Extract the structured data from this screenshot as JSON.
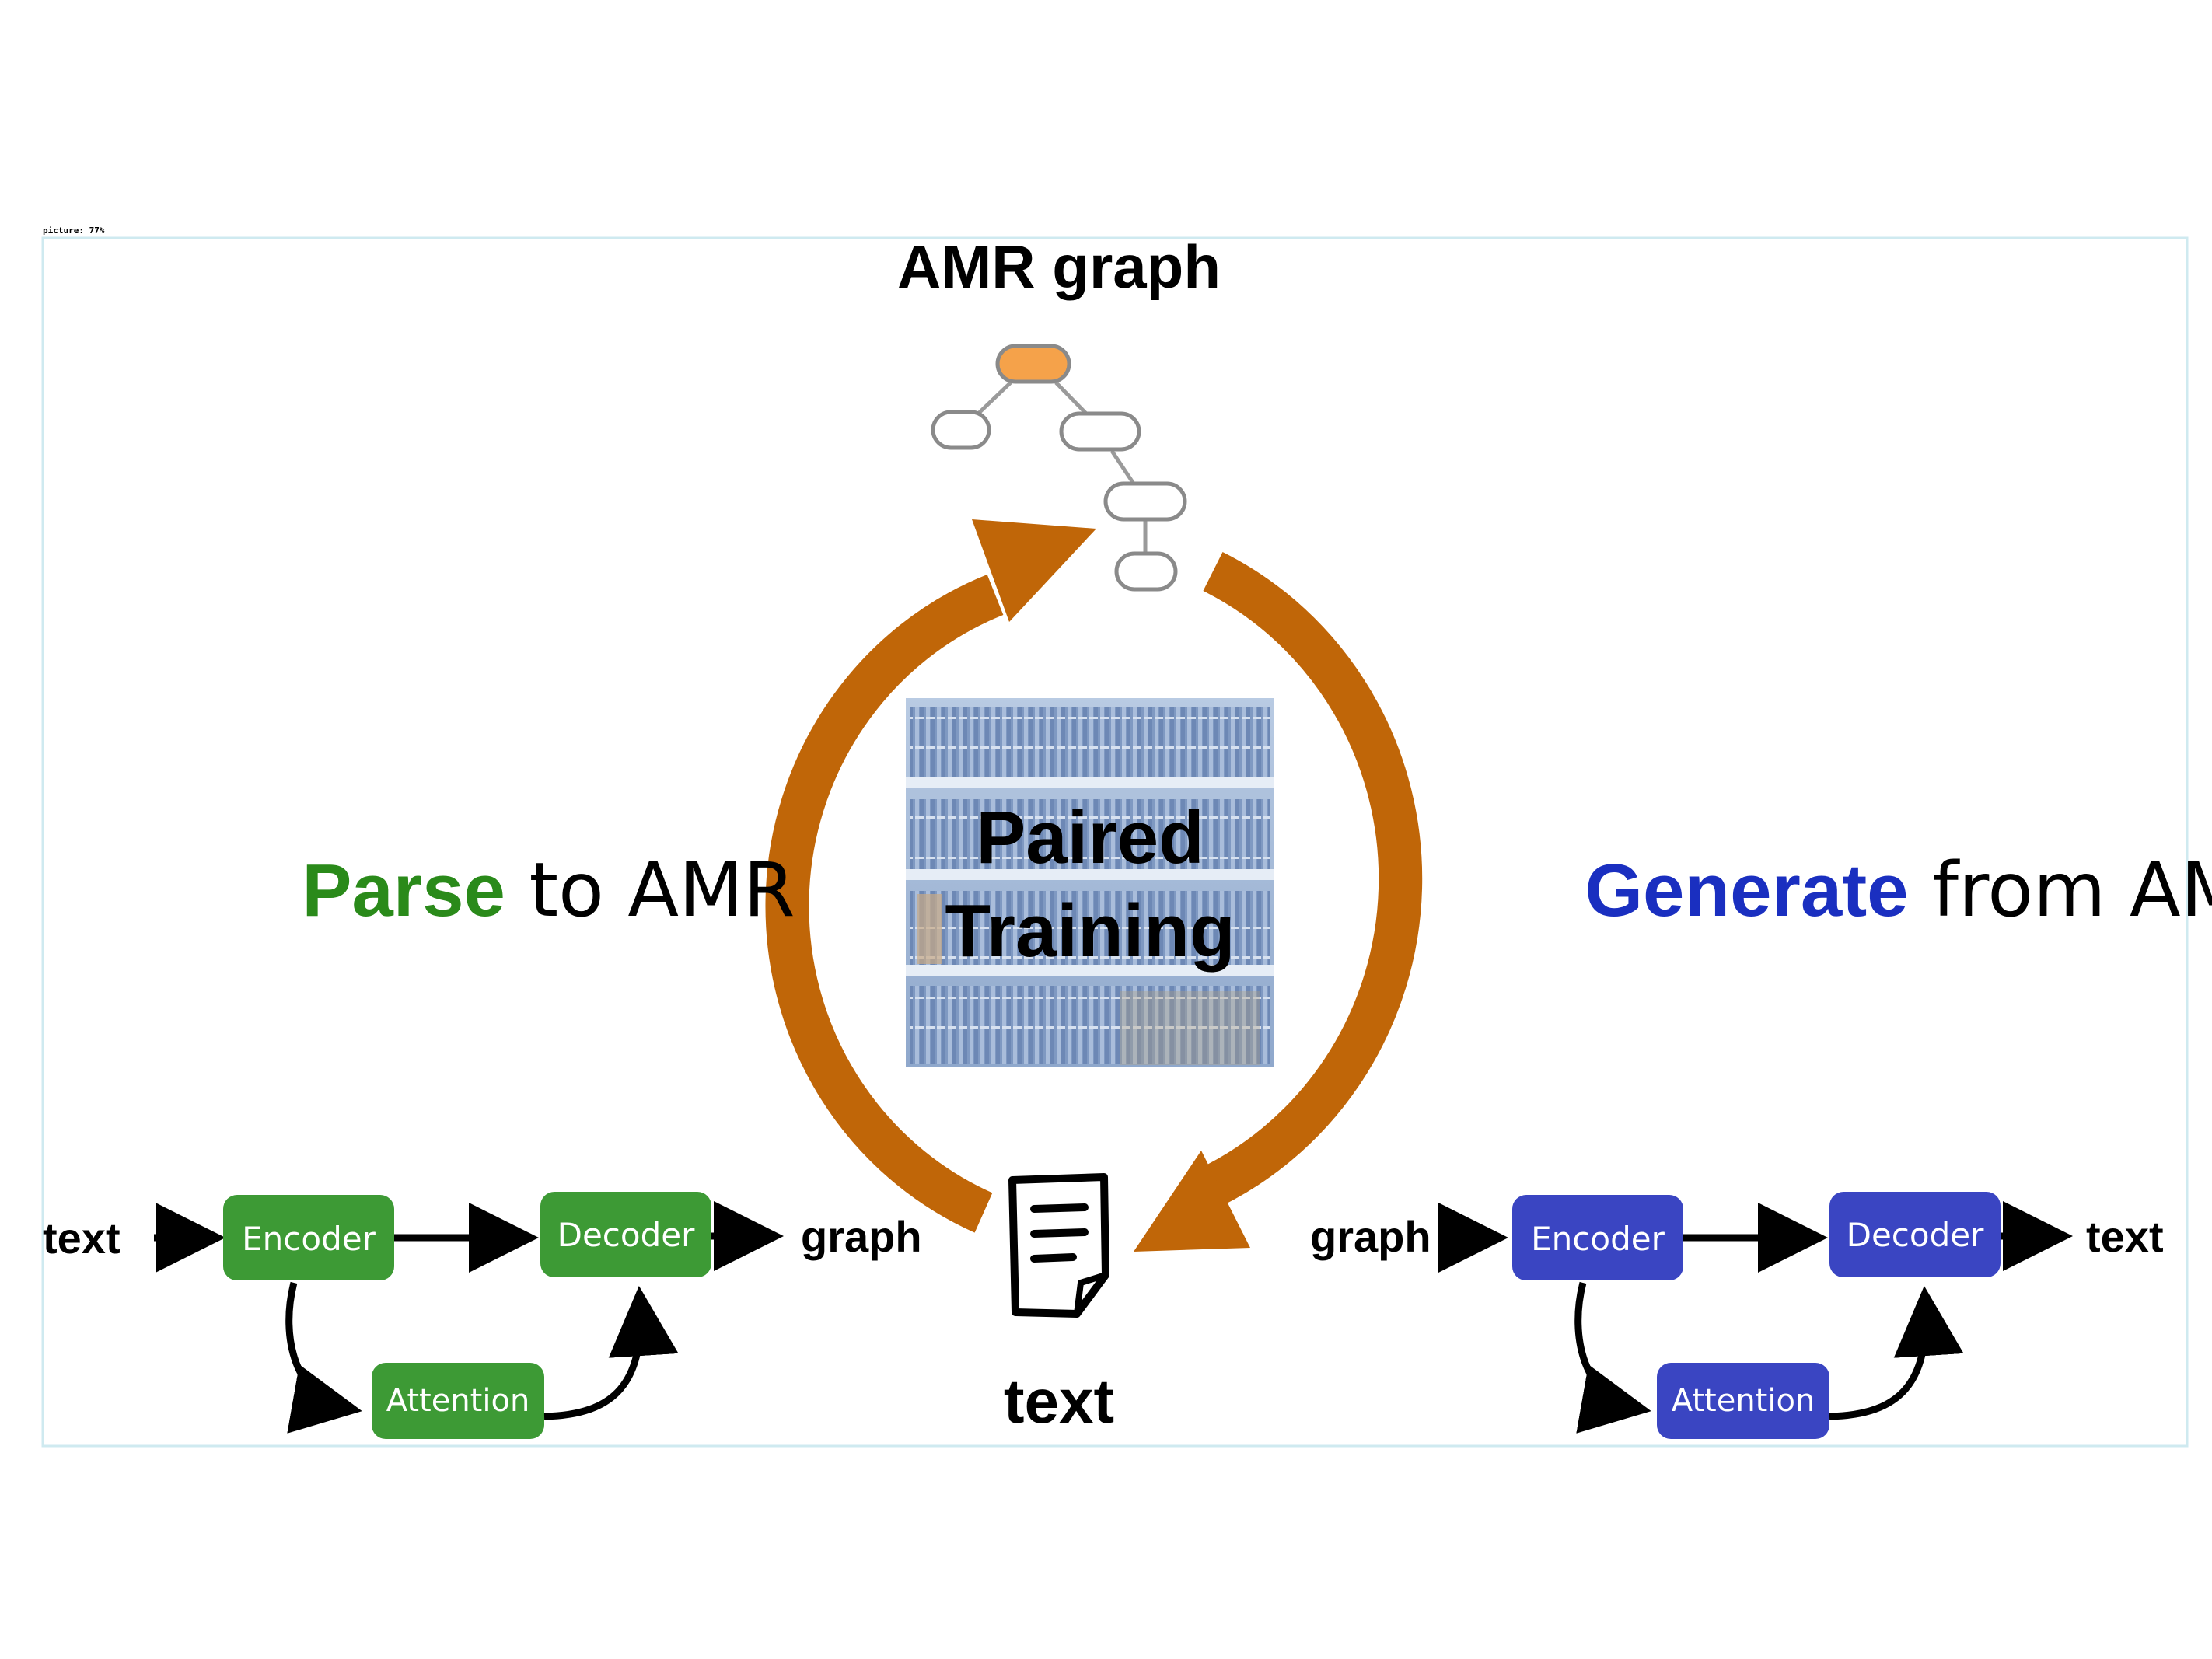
{
  "frame": {
    "tag": "picture: 77%"
  },
  "amr": {
    "title": "AMR graph",
    "root_color": "#f5a24a",
    "node_stroke": "#8a8a8a"
  },
  "cycle": {
    "arrow_color": "#c06608",
    "center_label_line1": "Paired",
    "center_label_line2": "Training",
    "document_label": "text"
  },
  "parse": {
    "keyword": "Parse",
    "rest": " to AMR",
    "keyword_color": "#2a8a1a",
    "box_color": "#3d9a35",
    "input": "text",
    "encoder": "Encoder",
    "decoder": "Decoder",
    "attention": "Attention",
    "output": "graph"
  },
  "generate": {
    "keyword": "Generate",
    "rest": " from AMR",
    "keyword_color": "#1a2fc0",
    "box_color": "#3a45c2",
    "input": "graph",
    "encoder": "Encoder",
    "decoder": "Decoder",
    "attention": "Attention",
    "output": "text"
  },
  "icons": {
    "document": "document-icon",
    "bookshelf": "bookshelf-image"
  }
}
